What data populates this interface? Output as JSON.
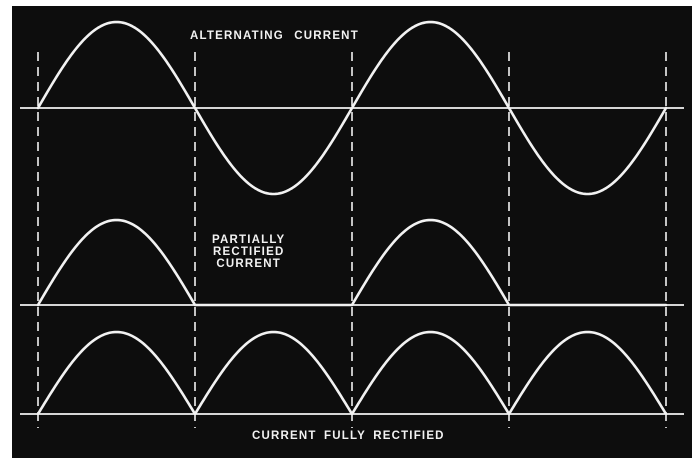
{
  "labels": {
    "alternating": "ALTERNATING CURRENT",
    "partial_line1": "PARTIALLY",
    "partial_line2": "RECTIFIED",
    "partial_line3": "CURRENT",
    "full": "CURRENT FULLY RECTIFIED"
  },
  "colors": {
    "background": "#0d0d0d",
    "stroke": "#f2f2f2"
  },
  "waves": [
    {
      "name": "alternating-current",
      "kind": "full-sine",
      "half_cycles": 4
    },
    {
      "name": "partially-rectified-current",
      "kind": "half-wave",
      "half_cycles": 4
    },
    {
      "name": "fully-rectified-current",
      "kind": "full-wave",
      "half_cycles": 4
    }
  ]
}
